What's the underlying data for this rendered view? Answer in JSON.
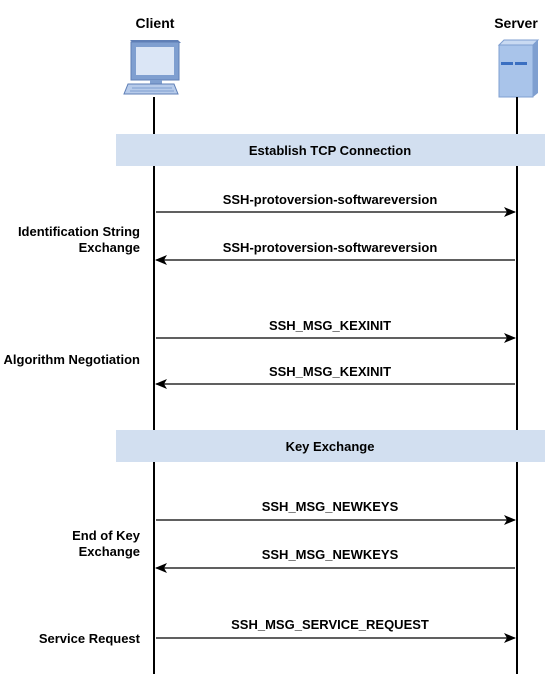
{
  "participants": {
    "client": {
      "label": "Client",
      "icon": "computer-icon"
    },
    "server": {
      "label": "Server",
      "icon": "server-icon"
    }
  },
  "bands": [
    {
      "label": "Establish TCP Connection"
    },
    {
      "label": "Key Exchange"
    }
  ],
  "messages": [
    {
      "label": "SSH-protoversion-softwareversion",
      "direction": "client-to-server"
    },
    {
      "label": "SSH-protoversion-softwareversion",
      "direction": "server-to-client"
    },
    {
      "label": "SSH_MSG_KEXINIT",
      "direction": "client-to-server"
    },
    {
      "label": "SSH_MSG_KEXINIT",
      "direction": "server-to-client"
    },
    {
      "label": "SSH_MSG_NEWKEYS",
      "direction": "client-to-server"
    },
    {
      "label": "SSH_MSG_NEWKEYS",
      "direction": "server-to-client"
    },
    {
      "label": "SSH_MSG_SERVICE_REQUEST",
      "direction": "client-to-server"
    }
  ],
  "phases": [
    {
      "lines": [
        "Identification String",
        "Exchange"
      ]
    },
    {
      "lines": [
        "Algorithm Negotiation"
      ]
    },
    {
      "lines": [
        "End of Key",
        "Exchange"
      ]
    },
    {
      "lines": [
        "Service Request"
      ]
    }
  ],
  "colors": {
    "band_fill": "#d2dff0",
    "line": "#000000",
    "monitor_frame": "#7f9fd0",
    "monitor_screen": "#dbe6f6",
    "server_body": "#a9c4ea",
    "server_slot": "#3b6fc1"
  }
}
